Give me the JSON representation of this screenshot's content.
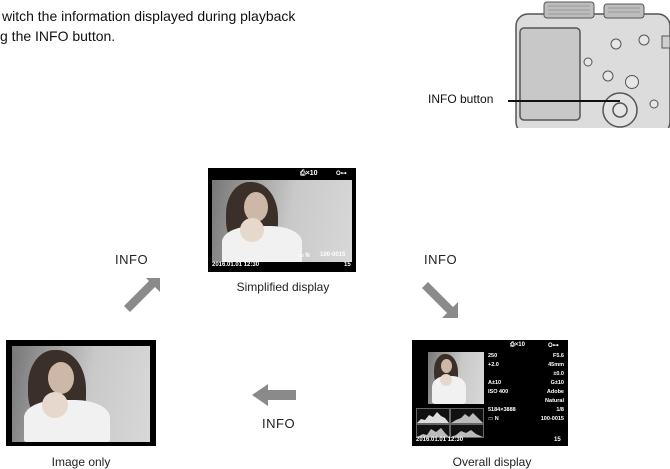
{
  "intro": {
    "line1": "witch the information displayed during playback",
    "line2": "g the INFO button."
  },
  "camera": {
    "button_label": "INFO button"
  },
  "flow": {
    "info_label": "INFO",
    "simplified_label": "Simplified display",
    "image_only_label": "Image only",
    "overall_label": "Overall display"
  },
  "simplified_overlay": {
    "top_print": "⎙×10",
    "top_key": "O⊶",
    "bottom_datetime": "2016.01.01 12:30",
    "bottom_quality": "▭ N",
    "bottom_file": "100-0015",
    "bottom_frame": "15"
  },
  "overall_overlay": {
    "top_print": "⎙×10",
    "top_key": "O⊶",
    "rows": [
      {
        "left": "250",
        "right": "F5.6"
      },
      {
        "left": "+2.0",
        "right": "45mm"
      },
      {
        "left": "",
        "right": "±0.0"
      },
      {
        "left": "A±10",
        "right": "G±10"
      },
      {
        "left": "ISO 400",
        "right": "Adobe"
      },
      {
        "left": "",
        "right": "Natural"
      },
      {
        "left": "5184×3888",
        "right": "1/8"
      },
      {
        "left": "▭ N",
        "right": "100-0015"
      }
    ],
    "bottom_datetime": "2016.01.01 12:30",
    "bottom_frame": "15"
  },
  "colors": {
    "arrow": "#8a8a8a",
    "screen": "#000000",
    "background": "#ffffff"
  }
}
